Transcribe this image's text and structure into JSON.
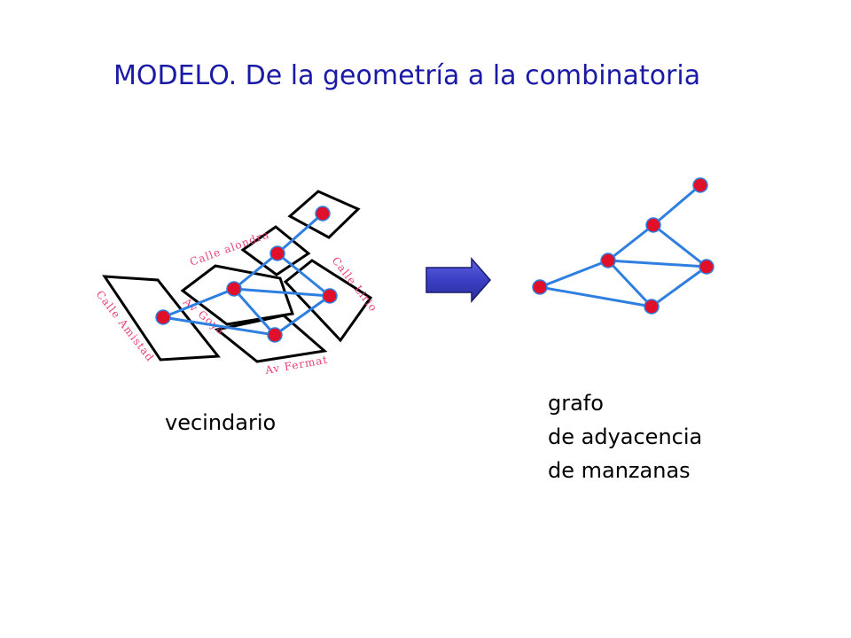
{
  "title": "MODELO. De la geometría a la combinatoria",
  "left_caption": "vecindario",
  "right_caption": [
    "grafo",
    "de adyacencia",
    "de manzanas"
  ],
  "streets": [
    "Calle alondra",
    "Calle Lirio",
    "Calle Amistad",
    "Av Goya",
    "Av Fermat"
  ],
  "colors": {
    "title": "#1a1aa6",
    "node": "#e0102a",
    "edge": "#2f7fe0",
    "street": "#e8407a",
    "arrow_fill": "#3b3fc4"
  },
  "arrow_icon": "right-arrow-icon"
}
